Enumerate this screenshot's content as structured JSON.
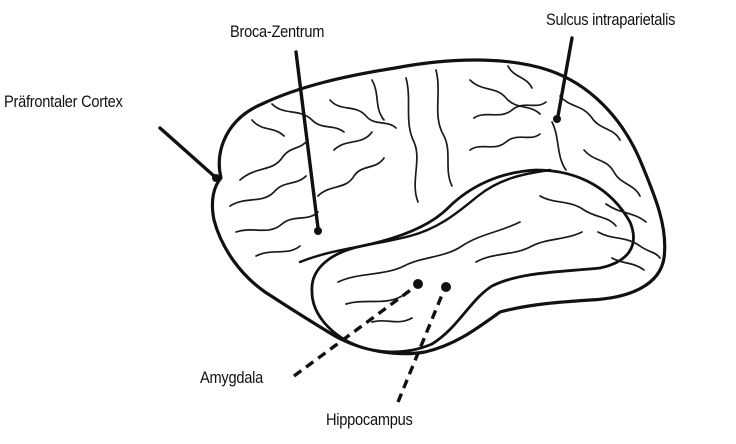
{
  "labels": {
    "broca": "Broca-Zentrum",
    "sulcus": "Sulcus intraparietalis",
    "prefrontal": "Präfrontaler Cortex",
    "amygdala": "Amygdala",
    "hippocampus": "Hippocampus"
  },
  "colors": {
    "ink": "#111111",
    "background": "#ffffff"
  }
}
